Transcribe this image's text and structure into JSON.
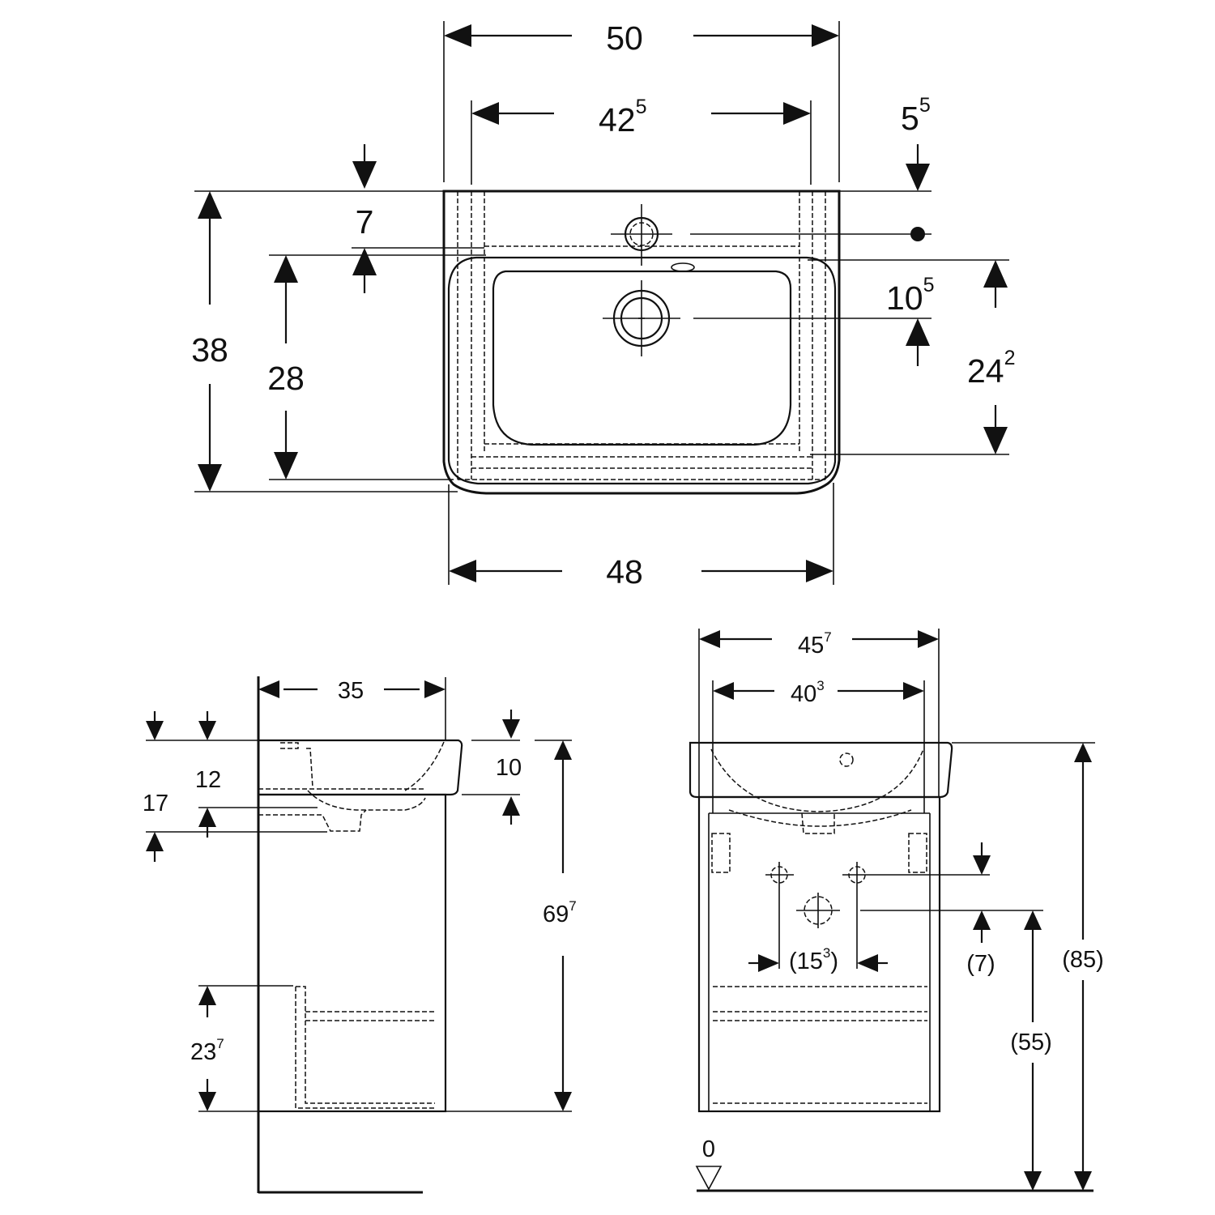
{
  "top_view": {
    "overall_width": {
      "main": "50",
      "sup": ""
    },
    "inner_width": {
      "main": "42",
      "sup": "5"
    },
    "tap_side_offset": {
      "main": "5",
      "sup": "5"
    },
    "overall_depth": {
      "main": "38",
      "sup": ""
    },
    "basin_depth": {
      "main": "28",
      "sup": ""
    },
    "rim_to_tap": {
      "main": "7",
      "sup": ""
    },
    "tap_to_drain": {
      "main": "10",
      "sup": "5"
    },
    "bowl_depth": {
      "main": "24",
      "sup": "2"
    },
    "base_width": {
      "main": "48",
      "sup": ""
    }
  },
  "side_view": {
    "depth": {
      "main": "35",
      "sup": ""
    },
    "rim_to_drain": {
      "main": "12",
      "sup": ""
    },
    "rim_to_trap": {
      "main": "17",
      "sup": ""
    },
    "basin_thickness": {
      "main": "10",
      "sup": ""
    },
    "cabinet_height": {
      "main": "69",
      "sup": "7"
    },
    "drawer_height": {
      "main": "23",
      "sup": "7"
    }
  },
  "front_view": {
    "cabinet_width": {
      "main": "45",
      "sup": "7"
    },
    "inner_width": {
      "main": "40",
      "sup": "3"
    },
    "fixing_spacing": {
      "main": "(15",
      "sup": "3",
      "tail": ")"
    },
    "fixing_offset": {
      "main": "(7)",
      "sup": ""
    },
    "total_height": {
      "main": "(85)",
      "sup": ""
    },
    "fixing_height": {
      "main": "(55)",
      "sup": ""
    },
    "floor_label": "0"
  }
}
